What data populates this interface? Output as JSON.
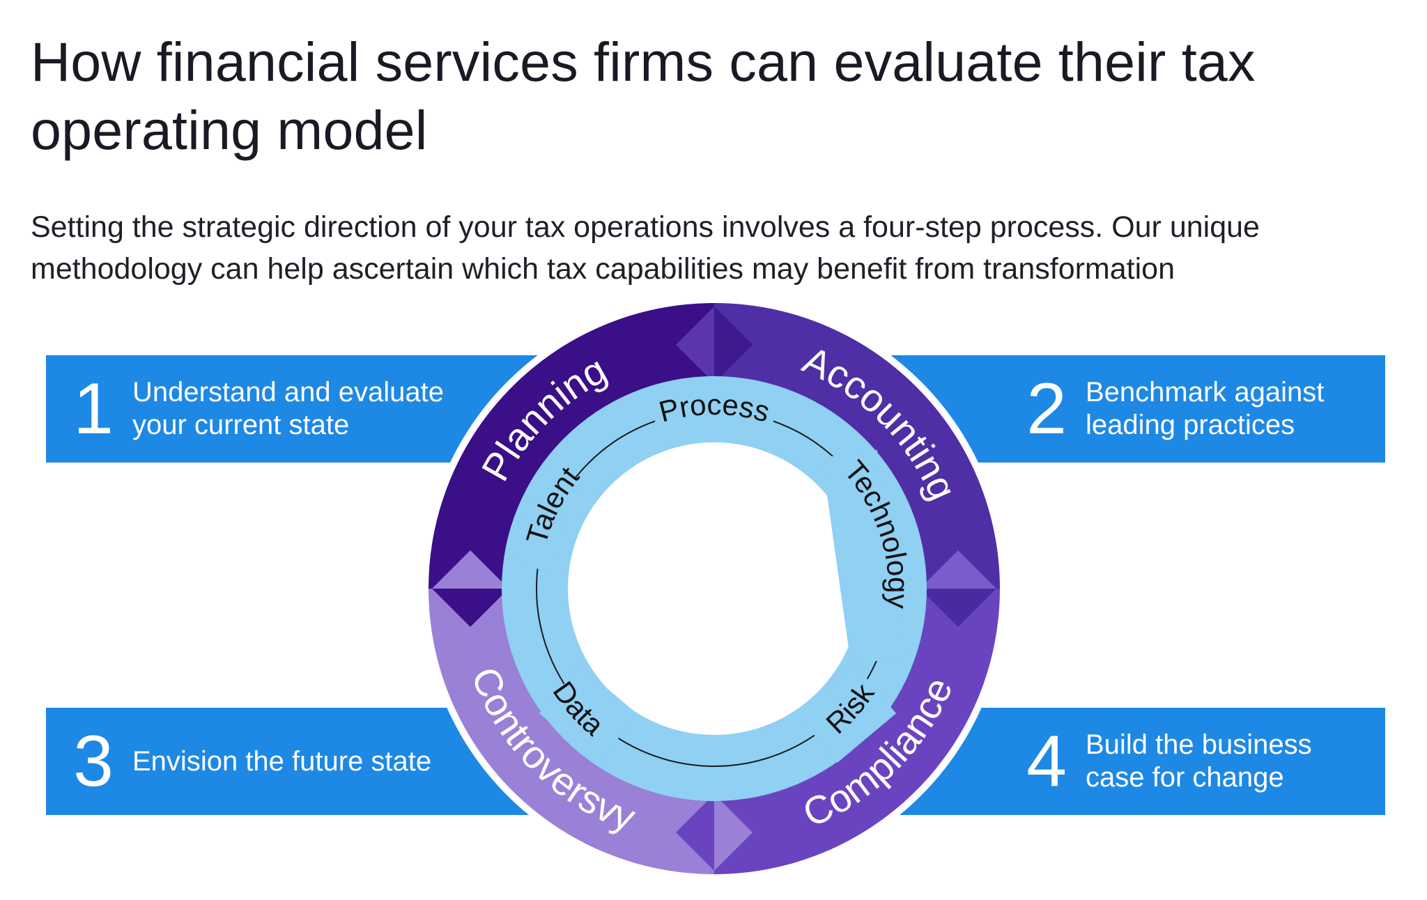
{
  "title": "How financial services firms can evaluate their tax operating model",
  "subtitle": "Setting the strategic direction of your tax operations involves a four-step process. Our unique methodology can help ascertain which tax capabilities may benefit from transformation",
  "steps": [
    {
      "number": "1",
      "line1": "Understand and evaluate",
      "line2": "your current state"
    },
    {
      "number": "2",
      "line1": "Benchmark against",
      "line2": "leading practices"
    },
    {
      "number": "3",
      "line1": "Envision the future state",
      "line2": ""
    },
    {
      "number": "4",
      "line1": "Build the business",
      "line2": "case for change"
    }
  ],
  "outer_ring": {
    "planning": "Planning",
    "accounting": "Accounting",
    "compliance": "Compliance",
    "controversy": "Controversvy"
  },
  "inner_ring": {
    "process": "Process",
    "technology": "Technology",
    "risk": "Risk",
    "data": "Data",
    "talent": "Talent"
  },
  "colors": {
    "step_blue": "#1e88e5",
    "planning": "#3b0f87",
    "accounting": "#4f2ea6",
    "compliance": "#6a44c0",
    "controversy": "#9a80d6",
    "inner_ring": "#8fd0f3"
  }
}
